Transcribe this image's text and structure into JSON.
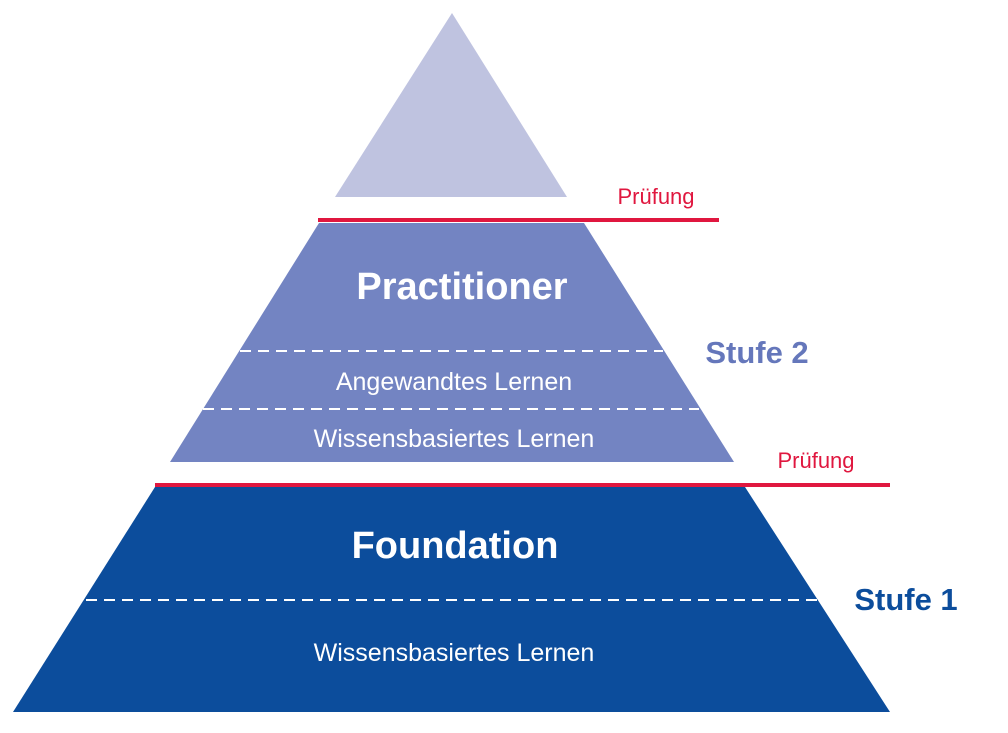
{
  "colors": {
    "top_tier": "#bfc3e0",
    "stufe2_tier": "#7384c2",
    "stufe1_tier": "#0c4d9c",
    "exam_line": "#e0173f",
    "stufe2_label": "#6577bb",
    "stufe1_label": "#0c4d9c",
    "tier_text": "#ffffff",
    "divider": "#ffffff"
  },
  "exams": {
    "upper": "Prüfung",
    "lower": "Prüfung"
  },
  "practitioner": {
    "title": "Practitioner",
    "level_label": "Stufe 2",
    "sub_upper": "Angewandtes Lernen",
    "sub_lower": "Wissensbasiertes Lernen"
  },
  "foundation": {
    "title": "Foundation",
    "level_label": "Stufe 1",
    "sub": "Wissensbasiertes Lernen"
  }
}
